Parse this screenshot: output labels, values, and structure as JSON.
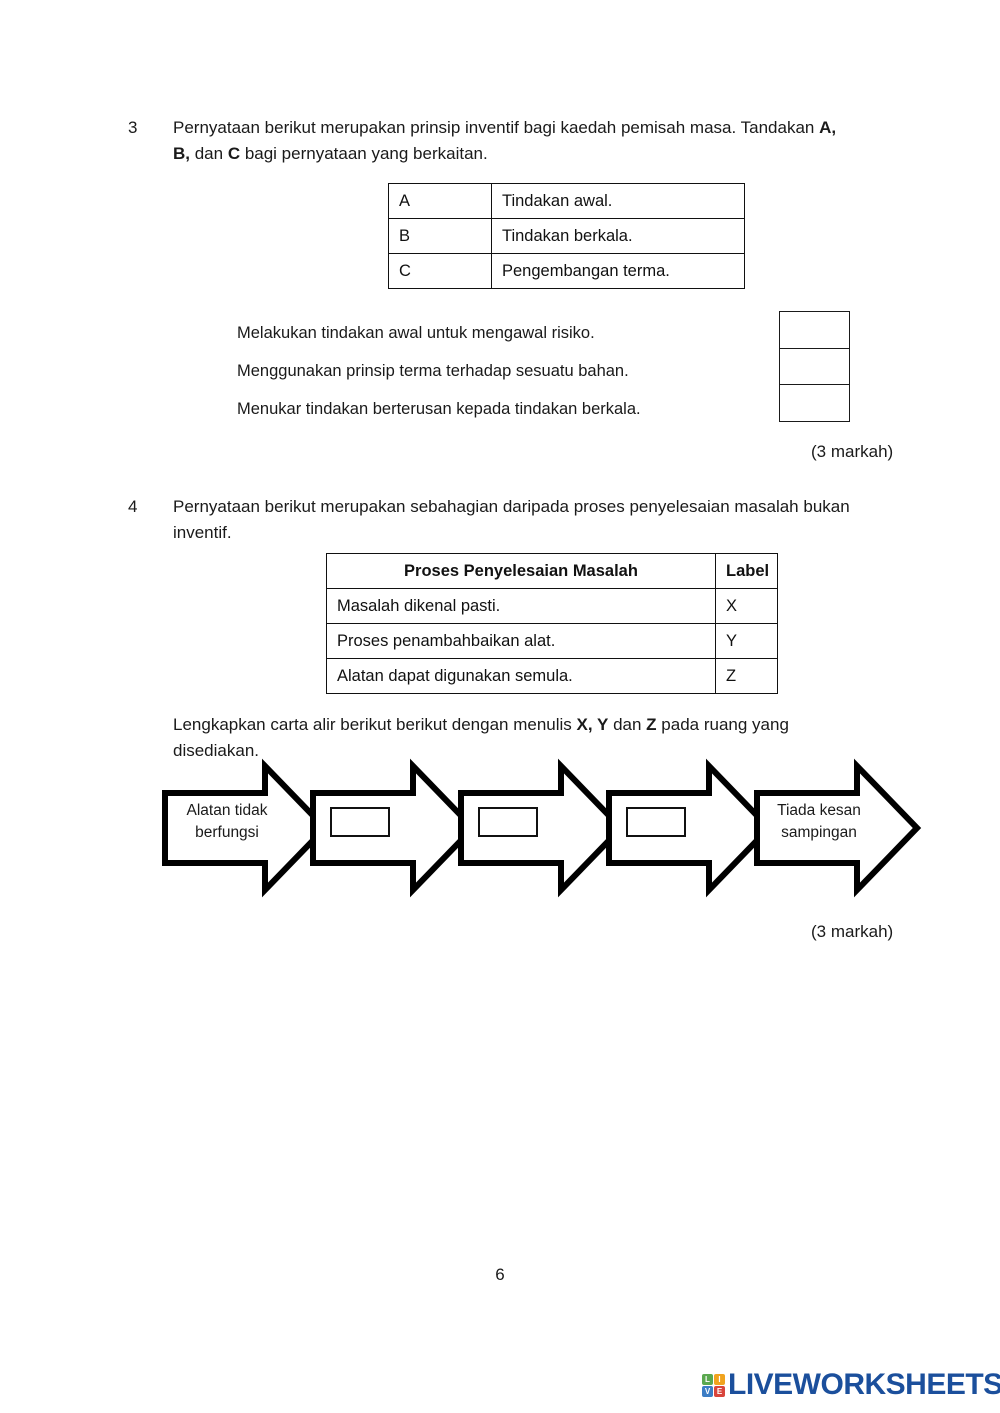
{
  "document": {
    "page_number": "6"
  },
  "question3": {
    "number": "3",
    "prompt_part1": "Pernyataan berikut merupakan prinsip inventif bagi kaedah pemisah masa. Tandakan ",
    "prompt_bold1": "A,",
    "prompt_bold2": "B,",
    "prompt_mid": " dan ",
    "prompt_bold3": "C",
    "prompt_part2": " bagi pernyataan yang berkaitan.",
    "table": {
      "rows": [
        {
          "label": "A",
          "text": "Tindakan awal."
        },
        {
          "label": "B",
          "text": "Tindakan berkala."
        },
        {
          "label": "C",
          "text": "Pengembangan terma."
        }
      ]
    },
    "statements": [
      "Melakukan tindakan awal untuk mengawal risiko.",
      "Menggunakan prinsip terma terhadap sesuatu bahan.",
      "Menukar tindakan berterusan kepada tindakan berkala."
    ],
    "answer_boxes": [
      "",
      "",
      ""
    ],
    "marks": "(3 markah)"
  },
  "question4": {
    "number": "4",
    "prompt": "Pernyataan berikut merupakan sebahagian daripada proses penyelesaian masalah bukan inventif.",
    "table": {
      "headers": [
        "Proses Penyelesaian Masalah",
        "Label"
      ],
      "rows": [
        {
          "process": "Masalah dikenal pasti.",
          "label": "X"
        },
        {
          "process": "Proses penambahbaikan alat.",
          "label": "Y"
        },
        {
          "process": "Alatan dapat digunakan semula.",
          "label": "Z"
        }
      ]
    },
    "instruction_part1": "Lengkapkan carta alir berikut berikut dengan menulis ",
    "instruction_bold1": "X, Y",
    "instruction_mid": " dan ",
    "instruction_bold2": "Z",
    "instruction_part2": " pada ruang yang disediakan.",
    "flowchart": {
      "steps": [
        {
          "text": "Alatan tidak berfungsi",
          "blank": false
        },
        {
          "text": "",
          "blank": true
        },
        {
          "text": "",
          "blank": true
        },
        {
          "text": "",
          "blank": true
        },
        {
          "text": "Tiada kesan sampingan",
          "blank": false
        }
      ]
    },
    "marks": "(3 markah)"
  },
  "footer": {
    "logo_tiles": [
      {
        "letter": "L",
        "color": "#5aa84f"
      },
      {
        "letter": "I",
        "color": "#f0a31e"
      },
      {
        "letter": "V",
        "color": "#3b7cc4"
      },
      {
        "letter": "E",
        "color": "#d8453c"
      }
    ],
    "logo_text": "LIVEWORKSHEETS",
    "logo_text_color": "#1b4f9c"
  }
}
